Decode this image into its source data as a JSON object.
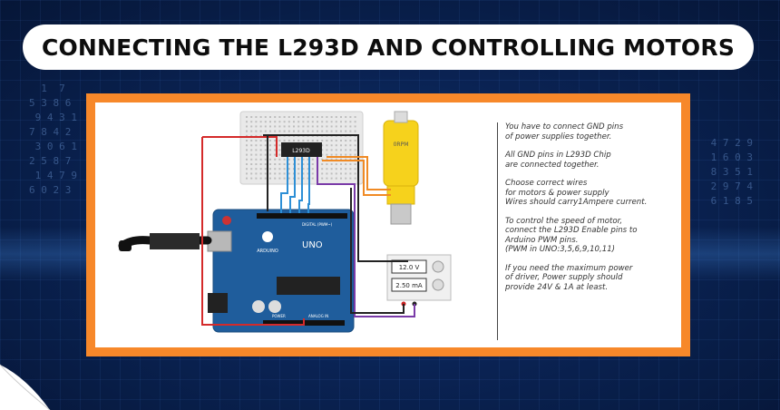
{
  "title": "CONNECTING THE L293D AND CONTROLLING MOTORS",
  "diagram": {
    "chip_label": "L293D",
    "motor_label": "0RPM",
    "board_brand": "ARDUINO",
    "board_model": "UNO",
    "header_digital": "DIGITAL (PWM~)",
    "header_power": "POWER",
    "header_analog": "ANALOG IN",
    "supply_voltage": "12.0 V",
    "supply_current": "2.50 mA"
  },
  "notes": [
    "You have to connect GND pins\nof power supplies together.",
    "All GND pins in L293D Chip\nare connected together.",
    "Choose correct wires\nfor motors & power supply\nWires should carry1Ampere current.",
    "To control the speed of motor,\nconnect the L293D Enable pins to\nArduino PWM pins.\n(PWM in UNO:3,5,6,9,10,11)",
    "If you need the maximum power\nof driver, Power supply should\nprovide 24V & 1A at least."
  ],
  "colors": {
    "frame": "#f7882a",
    "board": "#1f5d9c",
    "motor": "#f6d21c",
    "wire_red": "#d42a2a",
    "wire_orange": "#f08a24",
    "wire_blue": "#2d8fd6",
    "wire_purple": "#7a3aa8"
  }
}
